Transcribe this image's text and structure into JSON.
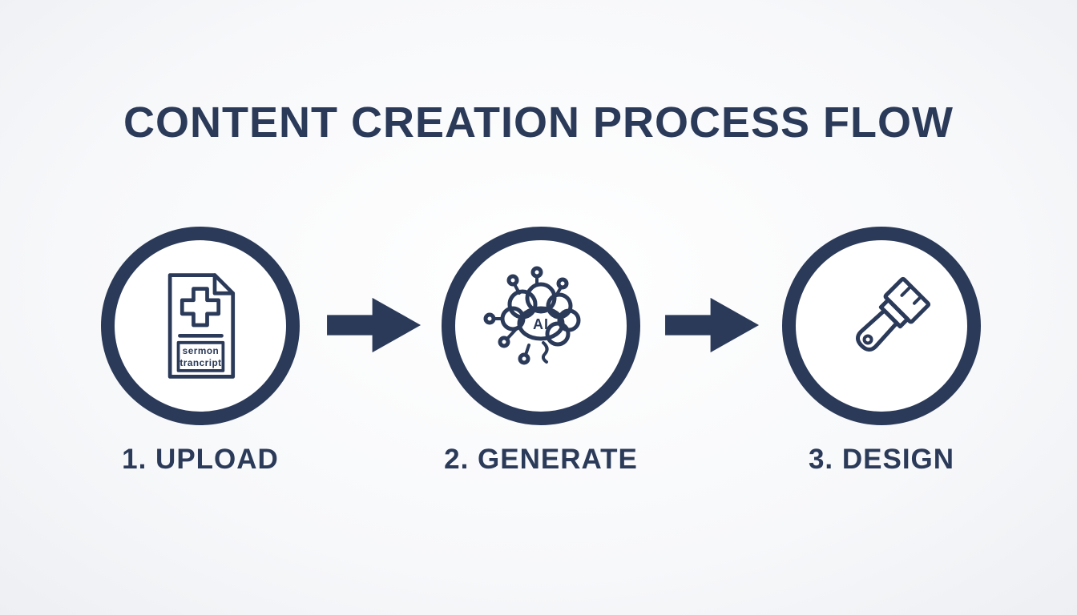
{
  "page": {
    "title": "CONTENT CREATION PROCESS FLOW"
  },
  "colors": {
    "accent": "#2b3a59",
    "background": "#f8f9fb"
  },
  "steps": [
    {
      "label": "1. UPLOAD",
      "icon": "sermon-document-icon",
      "document_text_line1": "sermon",
      "document_text_line2": "trancript"
    },
    {
      "label": "2. GENERATE",
      "icon": "ai-brain-icon",
      "ai_label": "AI"
    },
    {
      "label": "3. DESIGN",
      "icon": "paintbrush-icon"
    }
  ],
  "arrows": [
    {
      "icon": "right-arrow-icon"
    },
    {
      "icon": "right-arrow-icon"
    }
  ]
}
